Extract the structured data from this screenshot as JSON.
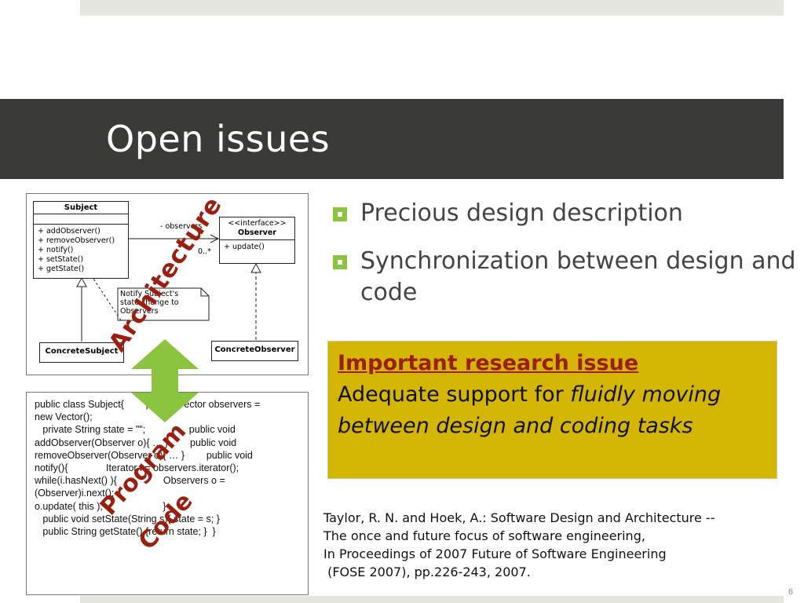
{
  "slide": {
    "title": "Open issues",
    "number": "6"
  },
  "uml": {
    "subject_name": "Subject",
    "subject_methods": [
      "+ addObserver()",
      "+ removeObserver()",
      "+ notify()",
      "+ setState()",
      "+ getState()"
    ],
    "observer_stereotype": "<<interface>>",
    "observer_name": "Observer",
    "observer_methods": [
      "+ update()"
    ],
    "association_label": "- observers",
    "multiplicity": "0..*",
    "note_lines": [
      "Notify Subject's",
      "state change to",
      "Observers"
    ],
    "concrete_subject": "ConcreteSubject",
    "concrete_observer": "ConcreteObserver"
  },
  "code_lines": [
    "public class Subject{        private Vector observers =",
    "new Vector();",
    "   private String state = \"\";                public void",
    "addObserver(Observer o){ … }        public void",
    "removeObserver(Observer o){ … }        public void",
    "notify(){              Iterator i = observers.iterator();",
    "while(i.hasNext() ){                 Observers o =",
    "(Observer)i.next();",
    "o.update( this );                      }",
    "   public void setState(String s){ state = s; }",
    "   public String getState() {return state; }  }"
  ],
  "labels": {
    "architecture": "Architecture",
    "program": "Program",
    "code": "Code"
  },
  "bullets": [
    "Precious design description",
    "Synchronization between design and code"
  ],
  "issue": {
    "heading": "Important research issue",
    "text_before": "Adequate support for ",
    "text_em": "fluidly moving between design and coding tasks"
  },
  "reference_lines": [
    "Taylor, R. N. and Hoek, A.: Software Design and Architecture --",
    "The once and future focus of software engineering,",
    "In Proceedings of 2007 Future of Software Engineering",
    " (FOSE 2007), pp.226-243, 2007."
  ],
  "colors": {
    "accent_green": "#8bc53f",
    "label_red": "#9b1f10",
    "issue_bg": "#d4b503",
    "title_bar": "#3a3a38"
  }
}
